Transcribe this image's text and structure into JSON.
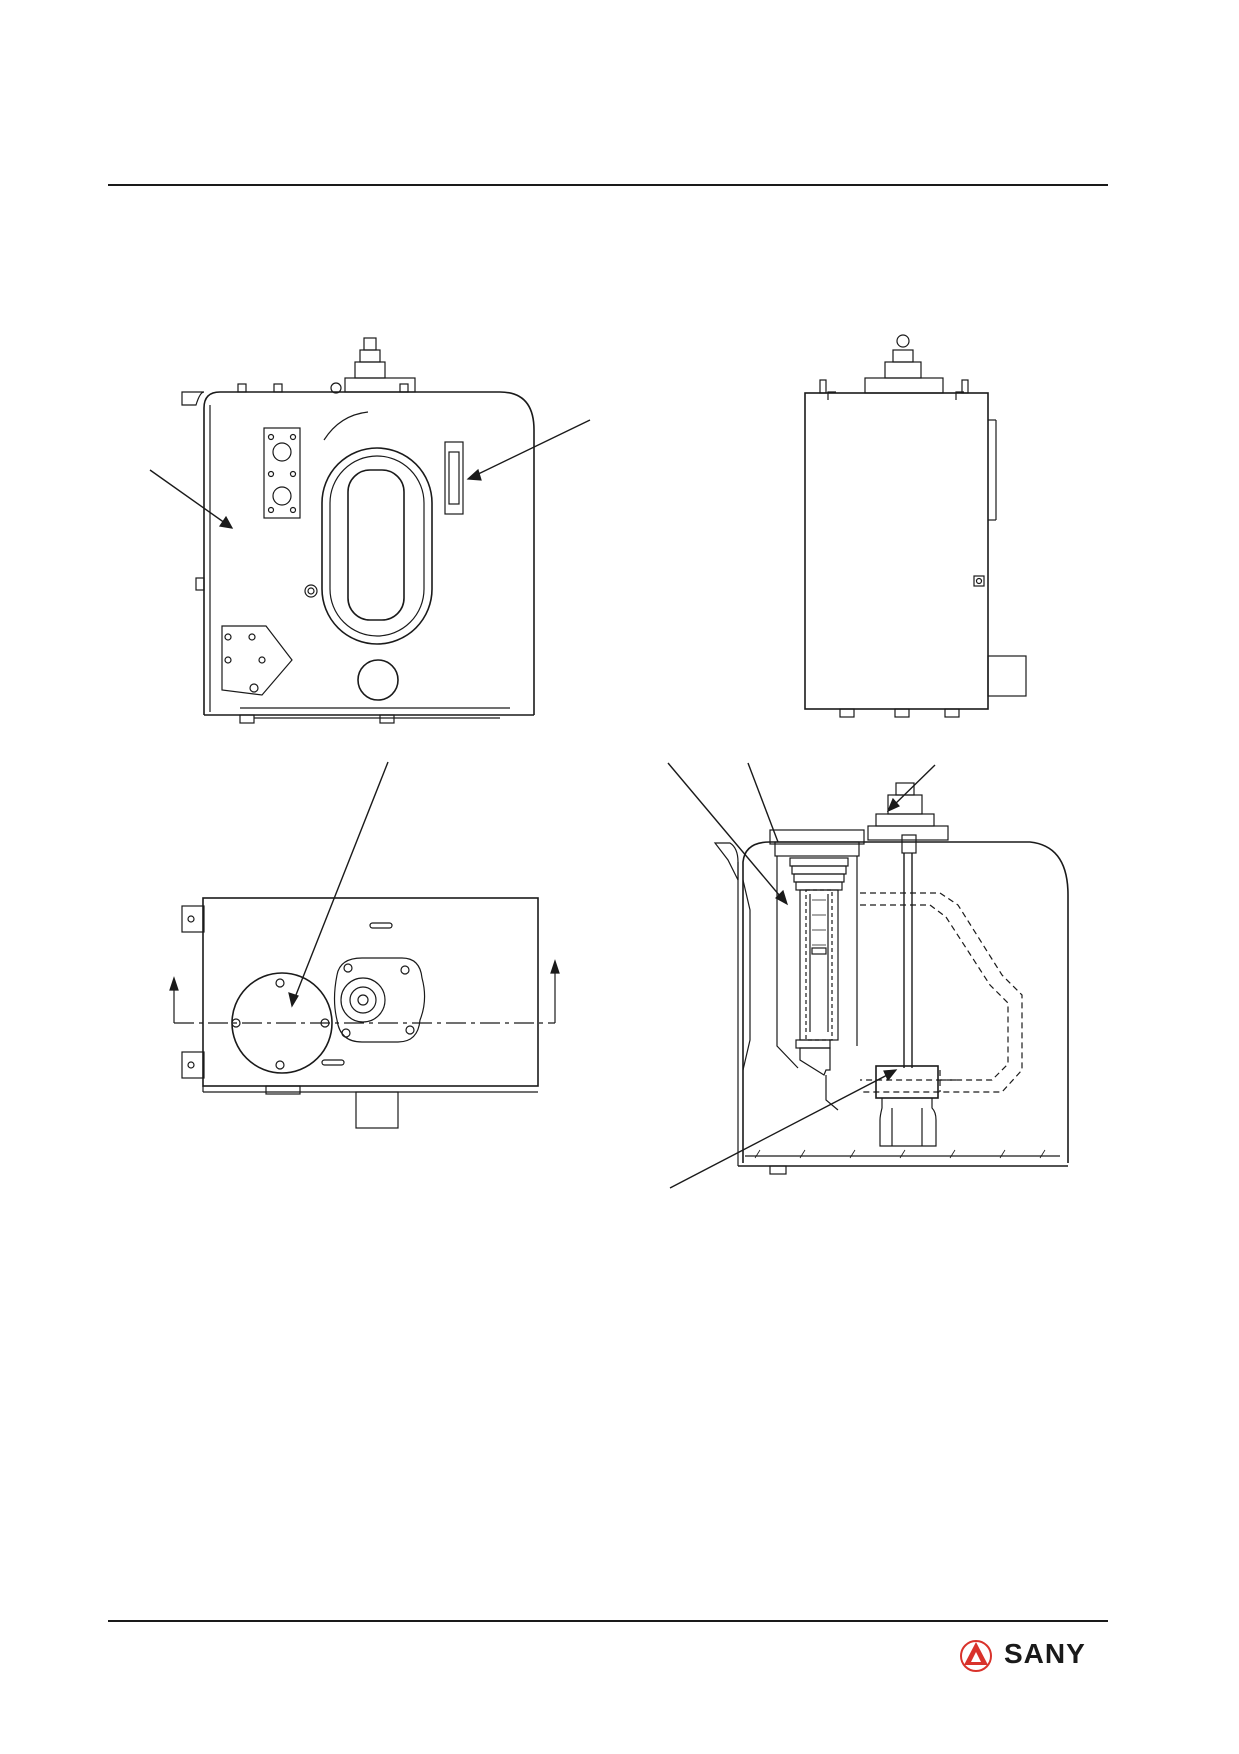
{
  "brand": {
    "name": "SANY",
    "logo_color": "#d9322b"
  },
  "figure": {
    "views": [
      {
        "name": "front-view"
      },
      {
        "name": "side-view"
      },
      {
        "name": "top-view"
      },
      {
        "name": "sectional-view"
      }
    ]
  },
  "colors": {
    "line": "#1a1a1a",
    "paper": "#ffffff"
  }
}
